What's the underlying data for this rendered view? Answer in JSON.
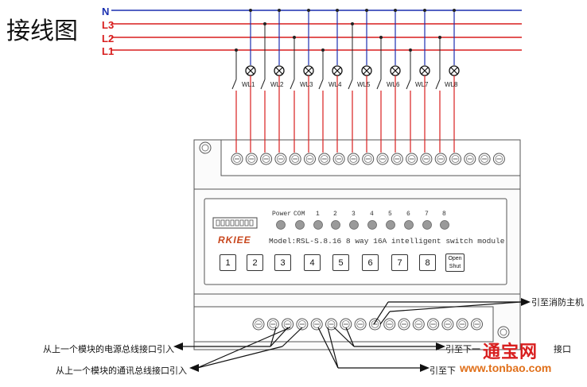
{
  "title": "接线图",
  "bus": {
    "N": {
      "label": "N",
      "color": "#1a2fb0"
    },
    "L3": {
      "label": "L3",
      "color": "#d81e1e"
    },
    "L2": {
      "label": "L2",
      "color": "#d81e1e"
    },
    "L1": {
      "label": "L1",
      "color": "#d81e1e"
    }
  },
  "loads": [
    "WL1",
    "WL2",
    "WL3",
    "WL4",
    "WL5",
    "WL6",
    "WL7",
    "WL8"
  ],
  "panel": {
    "indicator_labels": [
      "Power",
      "COM",
      "1",
      "2",
      "3",
      "4",
      "5",
      "6",
      "7",
      "8"
    ],
    "logo": "RKIEE",
    "model": "Model:RSL-S.8.16  8 way 16A intelligent switch module",
    "buttons": [
      "1",
      "2",
      "3",
      "4",
      "5",
      "6",
      "7",
      "8"
    ],
    "open_shut": {
      "open": "Open",
      "shut": "Shut"
    }
  },
  "notes": {
    "fire_host": "引至消防主机",
    "power_in": "从上一个模块的电源总线接口引入",
    "power_out": "引至下一",
    "power_out_tail": "接口",
    "comm_in": "从上一个模块的通讯总线接口引入",
    "comm_out": "引至下"
  },
  "watermark": {
    "cn": "通宝网",
    "url": "www.tonbao.com"
  }
}
